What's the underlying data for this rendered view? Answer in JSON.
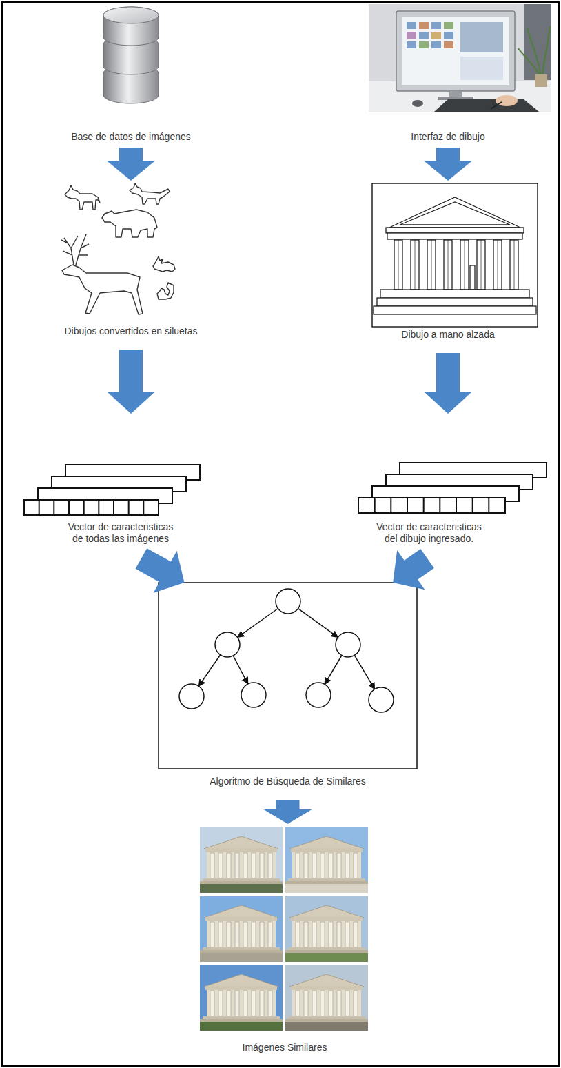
{
  "diagram": {
    "nodes": [
      {
        "text": [
          "Base de datos de imágenes"
        ]
      },
      {
        "text": [
          "Interfaz de dibujo"
        ]
      },
      {
        "text": [
          "Dibujos convertidos en siluetas"
        ]
      },
      {
        "text": [
          "Dibujo a mano alzada"
        ]
      },
      {
        "text": [
          "Vector de caracteristicas de todas las imágenes"
        ]
      },
      {
        "text": [
          "Vector de caracteristicas del dibujo ingresado."
        ]
      },
      {
        "text": [
          "Algoritmo de Búsqueda de Similares"
        ]
      },
      {
        "text": [
          "Imágenes Similares"
        ]
      }
    ],
    "edges": [
      {
        "from": 0,
        "to": 2,
        "arrow": "to"
      },
      {
        "from": 1,
        "to": 3,
        "arrow": "to"
      },
      {
        "from": 2,
        "to": 4,
        "arrow": "to"
      },
      {
        "from": 3,
        "to": 5,
        "arrow": "to"
      },
      {
        "from": 4,
        "to": 6,
        "arrow": "to"
      },
      {
        "from": 5,
        "to": 6,
        "arrow": "to"
      },
      {
        "from": 6,
        "to": 7,
        "arrow": "to"
      }
    ]
  }
}
